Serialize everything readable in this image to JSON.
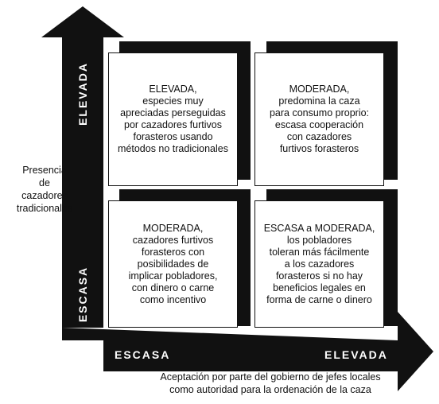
{
  "y_axis": {
    "high_label": "ELEVADA",
    "low_label": "ESCASA",
    "title_lines": [
      "Presencia",
      "de",
      "cazadores",
      "tradicionales"
    ]
  },
  "x_axis": {
    "low_label": "ESCASA",
    "high_label": "ELEVADA",
    "title_lines": [
      "Aceptación por parte del gobierno de jefes locales",
      "como autoridad para la ordenación de la caza"
    ]
  },
  "cells": {
    "top_left": [
      "ELEVADA,",
      "especies muy",
      "apreciadas perseguidas",
      "por cazadores furtivos",
      "forasteros usando",
      "métodos no tradicionales"
    ],
    "top_right": [
      "MODERADA,",
      "predomina la caza",
      "para consumo proprio:",
      "escasa cooperación",
      "con cazadores",
      "furtivos forasteros"
    ],
    "bottom_left": [
      "MODERADA,",
      "cazadores furtivos",
      "forasteros con",
      "posibilidades de",
      "implicar pobladores,",
      "con dinero o carne",
      "como incentivo"
    ],
    "bottom_right": [
      "ESCASA a  MODERADA,",
      "los pobladores",
      "toleran más fácilmente",
      "a los cazadores",
      "forasteros si no hay",
      "beneficios legales en",
      "forma de carne o dinero"
    ]
  },
  "colors": {
    "ink": "#111111",
    "paper": "#ffffff"
  }
}
